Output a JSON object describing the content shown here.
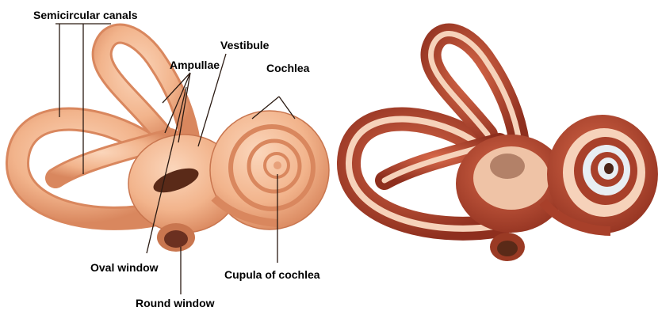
{
  "labels": {
    "semicircular_canals": "Semicircular canals",
    "vestibule": "Vestibule",
    "ampullae": "Ampullae",
    "cochlea": "Cochlea",
    "oval_window": "Oval window",
    "cupula_of_cochlea": "Cupula of cochlea",
    "round_window": "Round window"
  },
  "colors": {
    "background": "#ffffff",
    "outer_tissue": "#f2b48c",
    "outer_shade": "#d9875e",
    "sectioned_wall": "#a8402a",
    "sectioned_lumen": "#f6d2ba",
    "dark_opening": "#5a2a18",
    "label_text": "#000000"
  }
}
